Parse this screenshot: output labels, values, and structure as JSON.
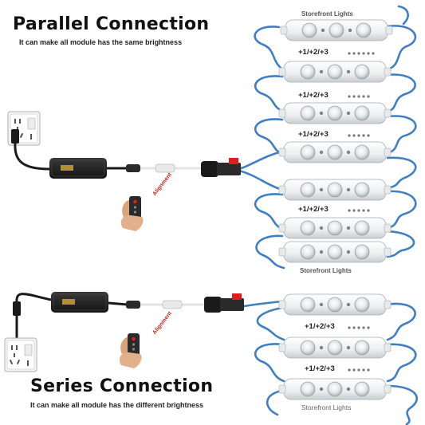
{
  "parallel": {
    "title": "Parallel Connection",
    "subtitle": "It can make all module has the same brightness",
    "top_label": "Storefront Lights",
    "bottom_label": "Storefront Lights",
    "separator_label": "+1/+2/+3",
    "alignment_label": "Alignment"
  },
  "series": {
    "title": "Series Connection",
    "subtitle": "It can make all module has the different brightness",
    "bottom_label": "Storefront Lights",
    "separator_label": "+1/+2/+3",
    "alignment_label": "Alignment"
  },
  "colors": {
    "wire_blue": "#3f7fc2",
    "adapter_black": "#1c1c1c",
    "module_white": "#f1f2f2",
    "alignment_red": "#d02020"
  }
}
